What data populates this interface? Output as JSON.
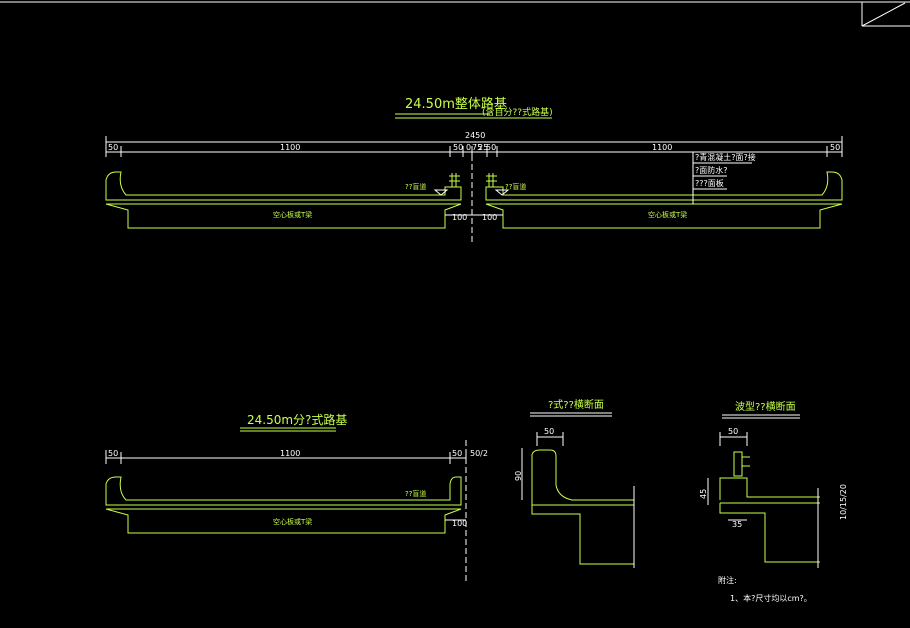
{
  "drawing": {
    "colors": {
      "background": "#000000",
      "outline": "#c8ff4a",
      "dimension": "#ffffff"
    },
    "section_top": {
      "title": "24.50m整体路基",
      "title_alt": "(含自分??式路基)",
      "total": "2450",
      "dim_left": [
        "50",
        "1100",
        "50",
        "0"
      ],
      "dim_center": [
        "75",
        "25"
      ],
      "dim_right": [
        "50",
        "1100",
        "50"
      ],
      "label_left_deck": "??盲道",
      "label_right_deck": "??盲道",
      "girder_left": "空心板或T梁",
      "girder_right": "空心板或T梁",
      "gap_left": "100",
      "gap_right": "100",
      "layers": [
        "?青混凝土?面?接",
        "?面防水?",
        "???面板"
      ]
    },
    "section_bottom": {
      "title": "24.50m分?式路基",
      "dims": [
        "50",
        "1100",
        "50"
      ],
      "dim_extra": "50/2",
      "label_deck": "??盲道",
      "girder": "空心板或T梁",
      "gap": "100"
    },
    "detail_a": {
      "title": "?式??横断面",
      "width": "50",
      "height": "90"
    },
    "detail_b": {
      "title": "波型??横断面",
      "width": "50",
      "height": "45",
      "base": "35",
      "side": "10/15/20"
    },
    "notes": {
      "heading": "附注:",
      "line1": "1、本?尺寸均以cm?。"
    }
  }
}
